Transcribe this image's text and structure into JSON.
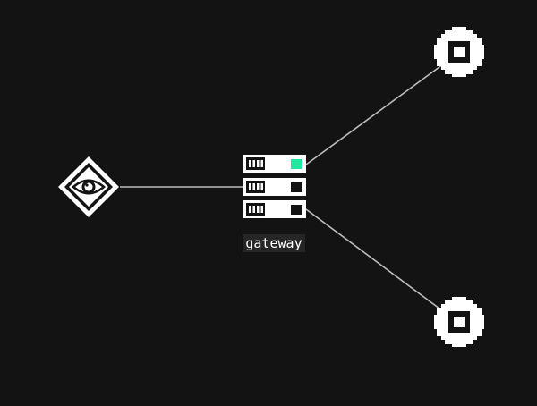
{
  "colors": {
    "background": "#131313",
    "edge": "#bdbdbd",
    "node": "#ffffff",
    "accent": "#1de9a0",
    "label_bg": "#262626"
  },
  "nodes": [
    {
      "id": "observer",
      "icon": "eye-diamond-icon",
      "label": ""
    },
    {
      "id": "gateway",
      "icon": "server-rack-icon",
      "label": "gateway",
      "leds": [
        "active",
        "idle",
        "idle"
      ]
    },
    {
      "id": "target-top",
      "icon": "chip-icon",
      "label": ""
    },
    {
      "id": "target-bottom",
      "icon": "chip-icon",
      "label": ""
    }
  ],
  "edges": [
    {
      "from": "observer",
      "to": "gateway"
    },
    {
      "from": "gateway",
      "to": "target-top"
    },
    {
      "from": "gateway",
      "to": "target-bottom"
    }
  ]
}
